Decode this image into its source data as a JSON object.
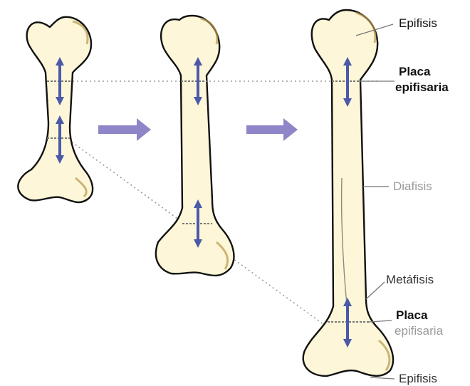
{
  "colors": {
    "bone_fill": "#fdf6d8",
    "bone_edge": "#8c7430",
    "outline": "#111111",
    "arrow": "#4b5aa8",
    "flow_arrow": "#8e86c8",
    "plate_line": "#777777",
    "label_dark": "#111111",
    "label_light": "#9a9a9a"
  },
  "labels": {
    "epifisis_top": "Epifisis",
    "placa_top_line1": "Placa",
    "placa_top_line2": "epifisaria",
    "diafisis": "Diafisis",
    "metafisis": "Metáfisis",
    "placa_bottom_line1": "Placa",
    "placa_bottom_line2": "epifisaria",
    "epifisis_bottom": "Epifisis"
  }
}
